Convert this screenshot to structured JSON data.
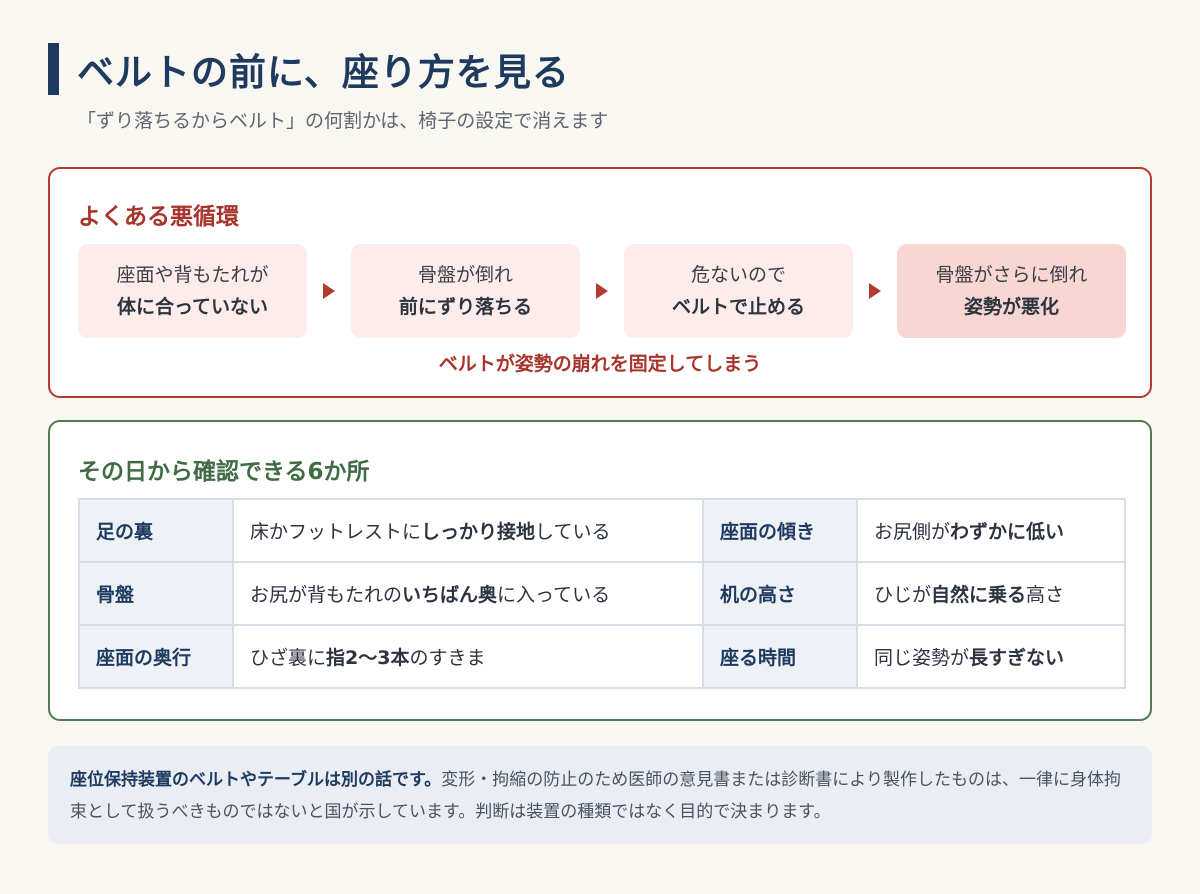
{
  "header": {
    "title": "ベルトの前に、座り方を見る",
    "subtitle": "「ずり落ちるからベルト」の何割かは、椅子の設定で消えます"
  },
  "cycle": {
    "title": "よくある悪循環",
    "steps": [
      {
        "line1": "座面や背もたれが",
        "line2": "体に合っていない"
      },
      {
        "line1": "骨盤が倒れ",
        "line2": "前にずり落ちる"
      },
      {
        "line1": "危ないので",
        "line2": "ベルトで止める"
      },
      {
        "line1": "骨盤がさらに倒れ",
        "line2": "姿勢が悪化"
      }
    ],
    "note": "ベルトが姿勢の崩れを固定してしまう"
  },
  "checks": {
    "title": "その日から確認できる6か所",
    "rows": [
      [
        {
          "key": "足の裏",
          "pre": "床かフットレストに",
          "bold": "しっかり接地",
          "post": "している"
        },
        {
          "key": "座面の傾き",
          "pre": "お尻側が",
          "bold": "わずかに低い",
          "post": ""
        }
      ],
      [
        {
          "key": "骨盤",
          "pre": "お尻が背もたれの",
          "bold": "いちばん奥",
          "post": "に入っている"
        },
        {
          "key": "机の高さ",
          "pre": "ひじが",
          "bold": "自然に乗る",
          "post": "高さ"
        }
      ],
      [
        {
          "key": "座面の奥行",
          "pre": "ひざ裏に",
          "bold": "指2〜3本",
          "post": "のすきま"
        },
        {
          "key": "座る時間",
          "pre": "同じ姿勢が",
          "bold": "長すぎない",
          "post": ""
        }
      ]
    ]
  },
  "footer": {
    "lead": "座位保持装置のベルトやテーブルは別の話です。",
    "body": "変形・拘縮の防止のため医師の意見書または診断書により製作したものは、一律に身体拘束として扱うべきものではないと国が示しています。判断は装置の種類ではなく目的で決まります。"
  },
  "colors": {
    "navy": "#1f3a5f",
    "red": "#b23a2f",
    "green": "#4f7a52",
    "step_bg": "#fdecea",
    "step_bg_last": "#f8d7d3"
  }
}
